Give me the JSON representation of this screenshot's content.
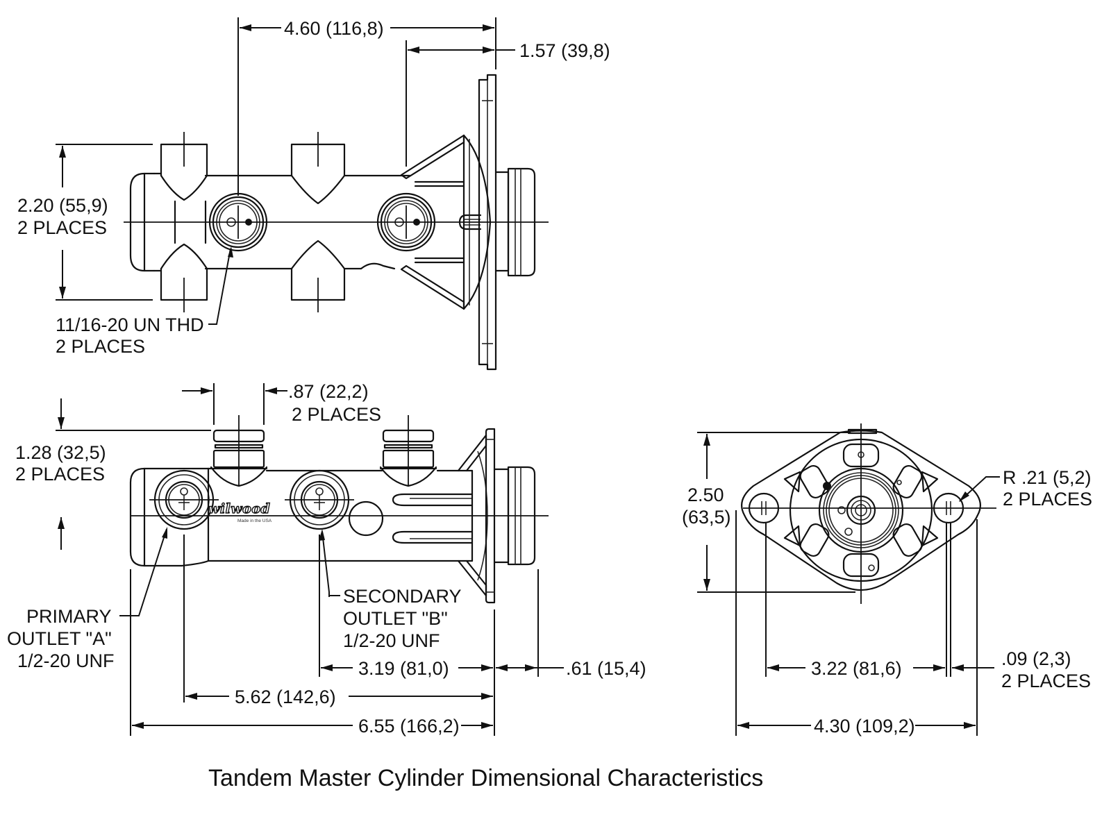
{
  "title": "Tandem Master Cylinder Dimensional Characteristics",
  "brand": {
    "logo_text": "wilwood",
    "logo_subtext": "Made in the USA"
  },
  "views": {
    "top_view": {
      "dimensions": {
        "overall_length_from_port": "4.60 (116,8)",
        "flange_to_port": "1.57 (39,8)",
        "width_line1": "2.20 (55,9)",
        "width_line2": "2 PLACES",
        "thread_line1": "11/16-20 UN THD",
        "thread_line2": "2 PLACES"
      }
    },
    "side_view": {
      "dimensions": {
        "boss_diameter_line1": ".87 (22,2)",
        "boss_diameter_line2": "2 PLACES",
        "boss_height_line1": "1.28 (32,5)",
        "boss_height_line2": "2 PLACES",
        "secondary_to_flange": "3.19 (81,0)",
        "flange_thickness": ".61 (15,4)",
        "primary_to_flange": "5.62 (142,6)",
        "overall_length": "6.55 (166,2)"
      },
      "outlets": {
        "primary_line1": "PRIMARY",
        "primary_line2": "OUTLET \"A\"",
        "primary_line3": "1/2-20 UNF",
        "secondary_line1": "SECONDARY",
        "secondary_line2": "OUTLET \"B\"",
        "secondary_line3": "1/2-20 UNF"
      }
    },
    "end_view": {
      "dimensions": {
        "height_line1": "2.50",
        "height_line2": "(63,5)",
        "radius_line1": "R .21 (5,2)",
        "radius_line2": "2 PLACES",
        "bolt_spacing": "3.22 (81,6)",
        "slot_width_line1": ".09 (2,3)",
        "slot_width_line2": "2 PLACES",
        "flange_width": "4.30 (109,2)"
      }
    }
  }
}
